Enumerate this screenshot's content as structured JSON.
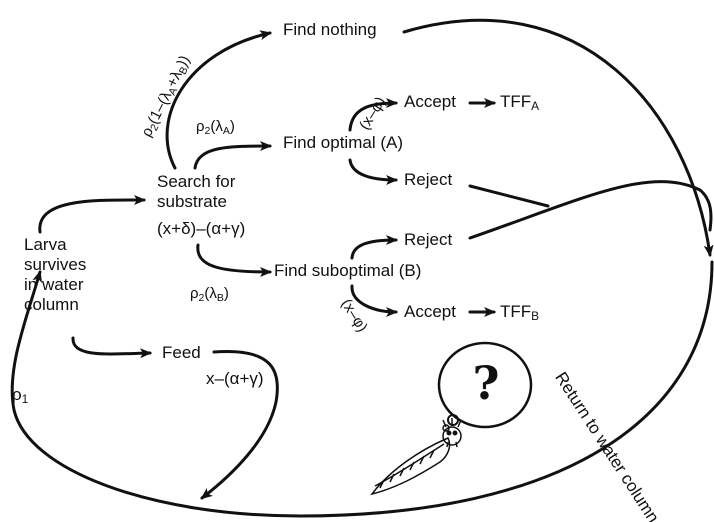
{
  "nodes": {
    "larva": "Larva survives in water column",
    "search": "Search for substrate",
    "find_nothing": "Find nothing",
    "find_optimal": "Find optimal (A)",
    "find_suboptimal": "Find suboptimal (B)",
    "accept_a": "Accept",
    "reject_a": "Reject",
    "reject_b": "Reject",
    "accept_b": "Accept",
    "tff_a_main": "TFF",
    "tff_a_sub": "A",
    "tff_b_main": "TFF",
    "tff_b_sub": "B",
    "feed": "Feed",
    "return": "Return to water column"
  },
  "labels": {
    "search_rate": "(x+δ)–(α+γ)",
    "feed_rate": "x–(α+γ)",
    "rho1": "ρ",
    "rho1_sub": "1",
    "rho2_a": "ρ",
    "rho2_a_sub": "2",
    "rho2_a_arg": "(λ",
    "rho2_a_arg_sub": "A",
    "rho2_a_close": ")",
    "rho2_b": "ρ",
    "rho2_b_sub": "2",
    "rho2_b_arg": "(λ",
    "rho2_b_arg_sub": "B",
    "rho2_b_close": ")",
    "nothing_rate_pre": "ρ",
    "nothing_rate_sub": "2",
    "nothing_rate_mid": "(1–(λ",
    "nothing_rate_a": "A",
    "nothing_rate_plus": "+λ",
    "nothing_rate_b": "B",
    "nothing_rate_end": "))",
    "accept_a_rate": "(x–φ)",
    "accept_b_rate": "(x–φ)",
    "question_mark": "?"
  },
  "colors": {
    "ink": "#111111",
    "background": "#ffffff"
  }
}
